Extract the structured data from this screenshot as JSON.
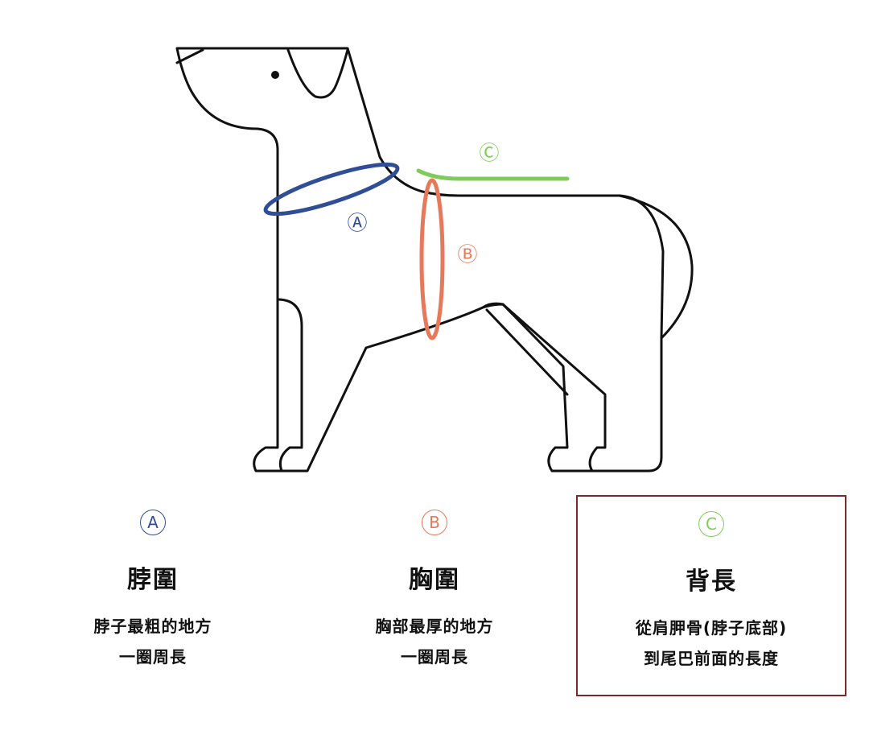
{
  "colors": {
    "outline": "#111111",
    "neck": "#2f4e96",
    "chest": "#e6795a",
    "back": "#7fcc5a",
    "highlight_border": "#7a2a2a"
  },
  "diagram": {
    "labels": [
      {
        "id": "A",
        "text": "Ⓐ",
        "color_key": "neck"
      },
      {
        "id": "B",
        "text": "Ⓑ",
        "color_key": "chest"
      },
      {
        "id": "C",
        "text": "Ⓒ",
        "color_key": "back"
      }
    ]
  },
  "legend": [
    {
      "marker": "A",
      "color_key": "neck",
      "title": "脖圍",
      "desc_line1": "脖子最粗的地方",
      "desc_line2": "一圈周長",
      "highlighted": false
    },
    {
      "marker": "B",
      "color_key": "chest",
      "title": "胸圍",
      "desc_line1": "胸部最厚的地方",
      "desc_line2": "一圈周長",
      "highlighted": false
    },
    {
      "marker": "C",
      "color_key": "back",
      "title": "背長",
      "desc_line1": "從肩胛骨(脖子底部)",
      "desc_line2": "到尾巴前面的長度",
      "highlighted": true
    }
  ]
}
